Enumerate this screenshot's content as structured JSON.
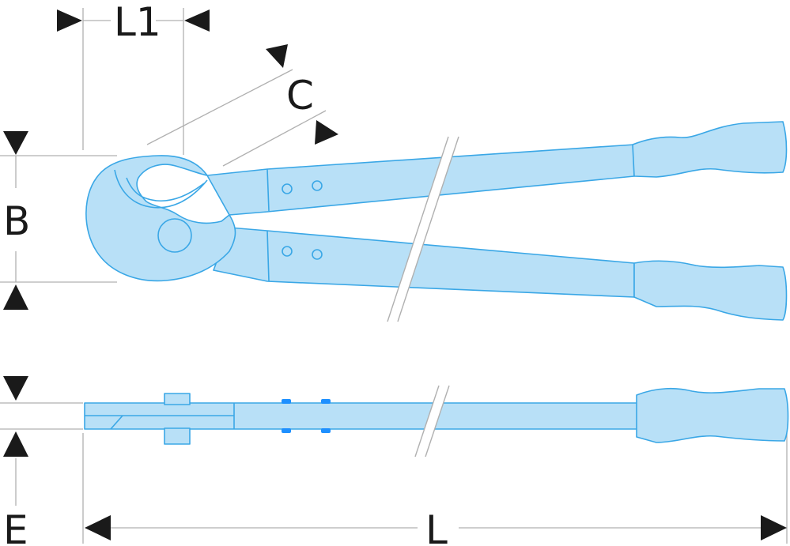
{
  "labels": {
    "l1": "L1",
    "c": "C",
    "b": "B",
    "e": "E",
    "l": "L"
  },
  "colors": {
    "tool_fill": "#b8e0f7",
    "tool_stroke": "#3aa7e6",
    "dimension_line": "#b0b0b0",
    "arrow": "#1a1a1a",
    "marker": "#1e90ff"
  }
}
